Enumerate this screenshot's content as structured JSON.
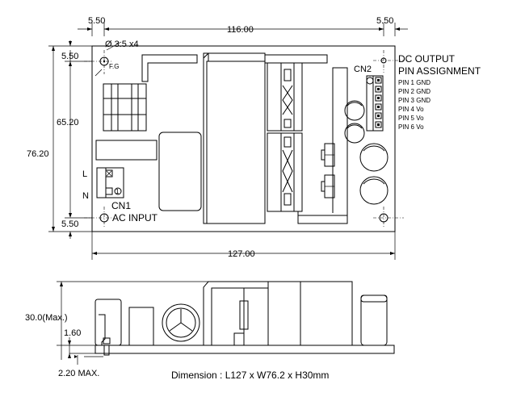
{
  "top_view": {
    "dims": {
      "top_left_offset": "5.50",
      "top_width": "116.00",
      "top_right_offset": "5.50",
      "left_top_offset": "5.50",
      "left_inner_height": "65.20",
      "left_total_height": "76.20",
      "left_bottom_offset": "5.50",
      "bottom_total_width": "127.00"
    },
    "hole_note": "Ø 3.5 x4",
    "fg_label": "F.G",
    "cn1_label": "CN1",
    "cn2_label": "CN2",
    "ac_input_label": "AC INPUT",
    "l_label": "L",
    "n_label": "N",
    "dc_output_title": [
      "DC OUTPUT",
      "PIN ASSIGNMENT"
    ],
    "pin_assignment": [
      "PIN 1 GND",
      "PIN 2 GND",
      "PIN 3 GND",
      "PIN 4 Vo",
      "PIN 5 Vo",
      "PIN 6 Vo"
    ]
  },
  "side_view": {
    "height_label": "30.0(Max.)",
    "pcb_label": "1.60",
    "pin_label": "2.20 MAX."
  },
  "footer": {
    "dimension_text": "Dimension : L127 x W76.2 x H30mm"
  }
}
